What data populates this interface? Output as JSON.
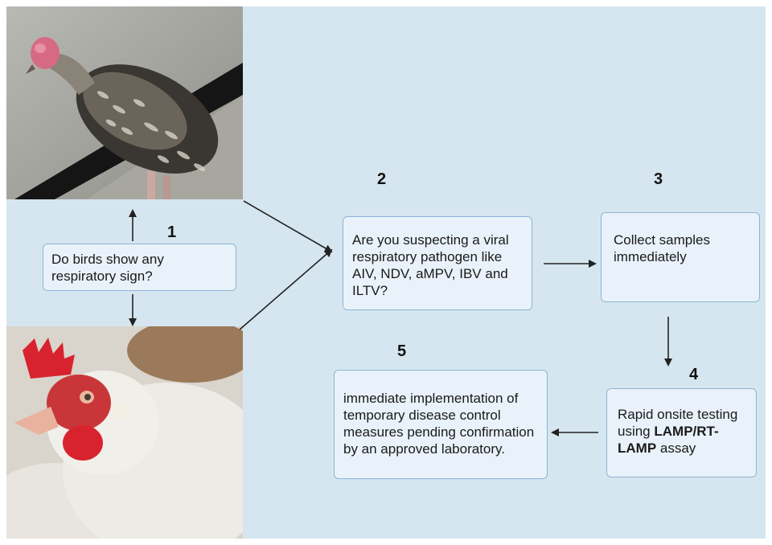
{
  "steps": {
    "s1": {
      "number": "1",
      "text": "Do birds show any respiratory sign?"
    },
    "s2": {
      "number": "2",
      "text": "Are you suspecting a viral respiratory pathogen like AIV, NDV, aMPV, IBV and ILTV?"
    },
    "s3": {
      "number": "3",
      "text": "Collect samples immediately"
    },
    "s4": {
      "number": "4",
      "text_before": "Rapid onsite testing using ",
      "text_bold": "LAMP/RT-LAMP",
      "text_after": " assay"
    },
    "s5": {
      "number": "5",
      "text": "immediate implementation of temporary disease control measures pending confirmation by an approved laboratory."
    }
  },
  "colors": {
    "background": "#d6e6f0",
    "box_fill": "#e9f2fa",
    "box_border": "#8eb4d6",
    "arrow": "#222222"
  },
  "icons": {
    "photo_top": "turkey-photo",
    "photo_bottom": "chicken-photo"
  }
}
